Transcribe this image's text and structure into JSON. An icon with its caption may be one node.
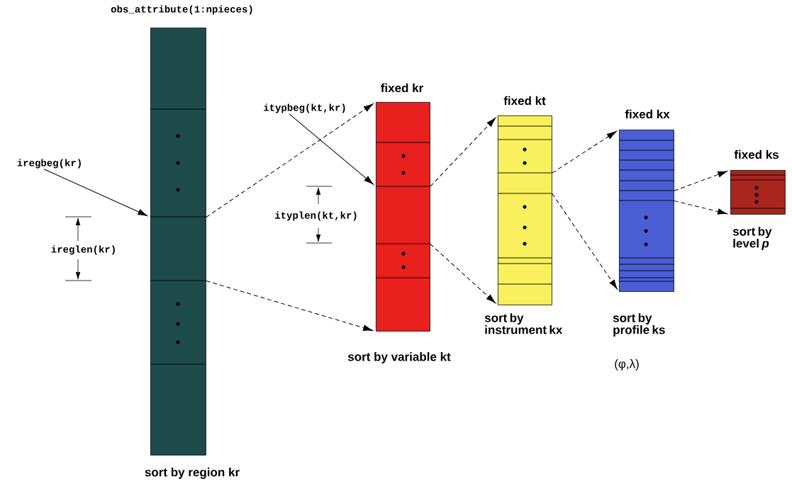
{
  "diagram": {
    "nodes": [
      {
        "text": [
          "obs_attribute(1:npieces)"
        ],
        "beside": [
          "sort by region kr"
        ]
      },
      {
        "text": [
          "fixed kr"
        ],
        "beside": [
          "sort by variable kt"
        ]
      },
      {
        "text": [
          "fixed kt"
        ],
        "beside": [
          "sort by instrument kx"
        ]
      },
      {
        "text": [
          "fixed kx"
        ],
        "beside": [
          "sort by profile ks",
          "(φ,λ)"
        ]
      },
      {
        "text": [
          "fixed ks"
        ],
        "beside": [
          "sort by level *p*"
        ]
      },
      {
        "text": [
          "iregbeg(kr)"
        ]
      },
      {
        "text": [
          "itypbeg(kt,kr)"
        ]
      }
    ],
    "edges": [
      {
        "from": 5,
        "to": 0,
        "arrow": "to"
      },
      {
        "from": 6,
        "to": 1,
        "arrow": "to"
      },
      {
        "from": 0,
        "to": 1,
        "arrow": "to",
        "style": "dashed"
      },
      {
        "from": 0,
        "to": 1,
        "arrow": "to",
        "style": "dashed"
      },
      {
        "from": 1,
        "to": 2,
        "arrow": "to",
        "style": "dashed"
      },
      {
        "from": 1,
        "to": 2,
        "arrow": "to",
        "style": "dashed"
      },
      {
        "from": 2,
        "to": 3,
        "arrow": "to",
        "style": "dashed"
      },
      {
        "from": 2,
        "to": 3,
        "arrow": "to",
        "style": "dashed"
      },
      {
        "from": 3,
        "to": 4,
        "arrow": "to",
        "style": "dashed"
      },
      {
        "from": 3,
        "to": 4,
        "arrow": "to",
        "style": "dashed"
      }
    ],
    "labels": [
      "ireglen(kr)",
      "ityplen(kt,kr)"
    ]
  }
}
